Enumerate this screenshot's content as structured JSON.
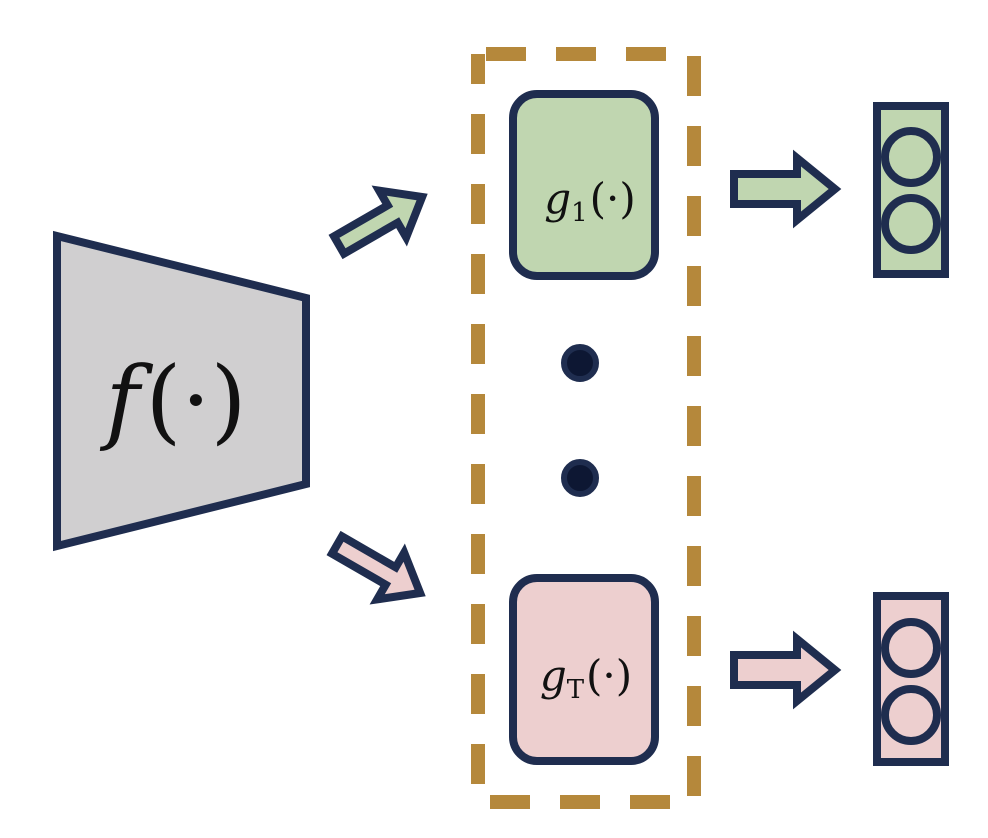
{
  "colors": {
    "stroke": "#1f2d4f",
    "encoder_fill": "#d0cfd0",
    "head_1_fill": "#c0d6b0",
    "head_T_fill": "#edcfcf",
    "dashed_group": "#b5883b",
    "ellipsis_dot": "#0d1733",
    "text": "#111111"
  },
  "encoder": {
    "func": "f",
    "arg": "(·)"
  },
  "heads": [
    {
      "func": "g",
      "subscript": "1",
      "arg": "(·)"
    },
    {
      "func": "g",
      "subscript": "T",
      "arg": "(·)"
    }
  ],
  "icons": {
    "arrow": "block-arrow-icon",
    "ellipsis": "vertical-ellipsis-icon",
    "output_vector": "output-vector-icon"
  }
}
